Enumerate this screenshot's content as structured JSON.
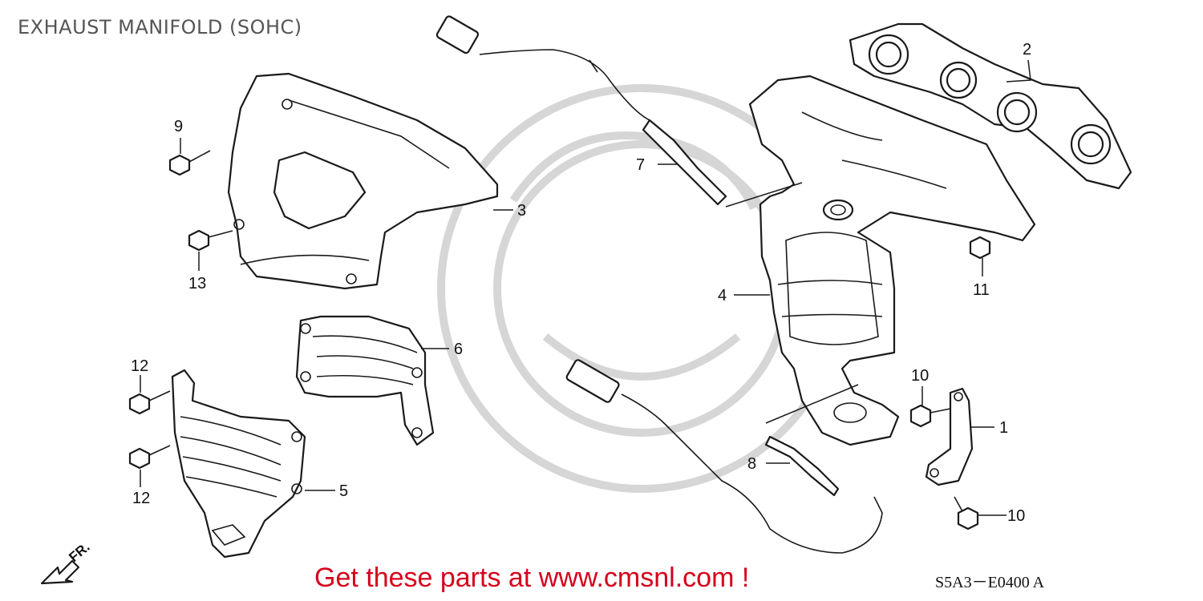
{
  "title": "EXHAUST MANIFOLD (SOHC)",
  "promo_text": "Get these parts at www.cmsnl.com !",
  "diagram_code": "S5A3－E0400 A",
  "direction_label": "FR.",
  "colors": {
    "promo": "#d6001c",
    "title": "#555555",
    "watermark": "#d6d6d6"
  },
  "parts": {
    "heat_shield_upper": "3",
    "gasket": "2",
    "sensor_upper": "7",
    "manifold_converter": "4",
    "nut": "11",
    "bolt_upper": "9",
    "bolt_lower": "13",
    "clamp_shield": "6",
    "heat_shield_lower": "5",
    "bolt_12_top": "12",
    "bolt_12_bottom": "12",
    "sensor_lower": "8",
    "bracket": "1",
    "bolt_10_top": "10",
    "bolt_10_bottom": "10"
  }
}
